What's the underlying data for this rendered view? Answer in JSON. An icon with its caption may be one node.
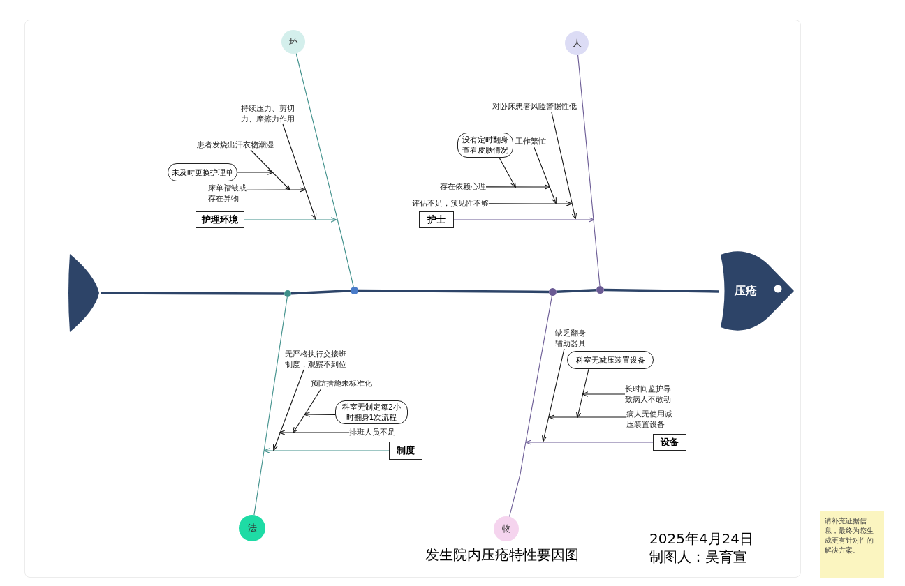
{
  "diagram": {
    "title": "发生院内压疮特性要因图",
    "nodes": [
      {
        "text": [],
        "shape": "tail"
      },
      {
        "text": [
          "压疮"
        ]
      },
      {
        "text": [],
        "shape": "circle"
      },
      {
        "text": [],
        "shape": "circle"
      },
      {
        "text": [],
        "shape": "circle"
      },
      {
        "text": [],
        "shape": "circle"
      },
      {
        "text": [
          "环"
        ]
      },
      {
        "text": [
          "人"
        ]
      },
      {
        "text": [
          "法"
        ]
      },
      {
        "text": [
          "物"
        ]
      },
      {
        "text": [
          "护理环境"
        ]
      },
      {
        "text": [
          "持续压力、剪切力、摩擦力作用"
        ]
      },
      {
        "text": [
          "患者发烧出汗衣物潮湿"
        ]
      },
      {
        "text": [
          "未及时更换护理单"
        ]
      },
      {
        "text": [
          "床单褶皱或存在异物"
        ]
      },
      {
        "text": [
          "护士"
        ]
      },
      {
        "text": [
          "对卧床患者风险警惕性低"
        ]
      },
      {
        "text": [
          "没有定时翻身查看皮肤情况"
        ]
      },
      {
        "text": [
          "工作繁忙"
        ]
      },
      {
        "text": [
          "存在依赖心理"
        ]
      },
      {
        "text": [
          "评估不足，预见性不够"
        ]
      },
      {
        "text": [
          "制度"
        ]
      },
      {
        "text": [
          "无严格执行交接班制度，观察不到位"
        ]
      },
      {
        "text": [
          "预防措施未标准化"
        ]
      },
      {
        "text": [
          "科室无制定每2小时翻身1次流程"
        ]
      },
      {
        "text": [
          "排班人员不足"
        ]
      },
      {
        "text": [
          "设备"
        ]
      },
      {
        "text": [
          "缺乏翻身辅助器具"
        ]
      },
      {
        "text": [
          "科室无减压装置设备"
        ]
      },
      {
        "text": [
          "长时间监护导致病人不敢动"
        ]
      },
      {
        "text": [
          "病人无使用减压装置设备"
        ]
      }
    ],
    "edges": [
      {
        "from": 0,
        "to": 2,
        "arrow": "none",
        "style": "thick",
        "color": "#2d4468"
      },
      {
        "from": 2,
        "to": 3,
        "arrow": "none",
        "style": "thick",
        "color": "#2d4468"
      },
      {
        "from": 3,
        "to": 4,
        "arrow": "none",
        "style": "thick",
        "color": "#2d4468"
      },
      {
        "from": 4,
        "to": 5,
        "arrow": "none",
        "style": "thick",
        "color": "#2d4468"
      },
      {
        "from": 5,
        "to": 1,
        "arrow": "none",
        "style": "thick",
        "color": "#2d4468"
      },
      {
        "from": 6,
        "to": 3,
        "arrow": "none",
        "color": "#3e8f8a"
      },
      {
        "from": 7,
        "to": 5,
        "arrow": "none",
        "color": "#6a5a94"
      },
      {
        "from": 8,
        "to": 2,
        "arrow": "none",
        "color": "#3e8f8a"
      },
      {
        "from": 9,
        "to": 4,
        "arrow": "none",
        "color": "#6a5a94"
      },
      {
        "from": 10,
        "to": null,
        "arrow": "to",
        "color": "#3e8f8a"
      },
      {
        "from": 11,
        "to": null,
        "arrow": "to"
      },
      {
        "from": 12,
        "to": 14,
        "arrow": "to"
      },
      {
        "from": 13,
        "to": 12,
        "arrow": "to"
      },
      {
        "from": 14,
        "to": null,
        "arrow": "to"
      },
      {
        "from": 15,
        "to": null,
        "arrow": "to",
        "color": "#6a5a94"
      },
      {
        "from": 16,
        "to": null,
        "arrow": "to"
      },
      {
        "from": 17,
        "to": 19,
        "arrow": "to"
      },
      {
        "from": 18,
        "to": null,
        "arrow": "to"
      },
      {
        "from": 19,
        "to": 18,
        "arrow": "to"
      },
      {
        "from": 20,
        "to": null,
        "arrow": "to"
      },
      {
        "from": 21,
        "to": null,
        "arrow": "to",
        "color": "#3e8f8a"
      },
      {
        "from": 22,
        "to": null,
        "arrow": "to"
      },
      {
        "from": 23,
        "to": null,
        "arrow": "to"
      },
      {
        "from": 24,
        "to": 23,
        "arrow": "to"
      },
      {
        "from": 25,
        "to": null,
        "arrow": "to"
      },
      {
        "from": 26,
        "to": null,
        "arrow": "to",
        "color": "#6a5a94"
      },
      {
        "from": 27,
        "to": null,
        "arrow": "to"
      },
      {
        "from": 28,
        "to": 30,
        "arrow": "to"
      },
      {
        "from": 29,
        "to": 28,
        "arrow": "to"
      },
      {
        "from": 30,
        "to": null,
        "arrow": "to"
      }
    ],
    "labels": [
      "2025年4月24日",
      "制图人：吴育宣",
      "请补充证据信息，最终为您生成更有针对性的解决方案。"
    ]
  }
}
